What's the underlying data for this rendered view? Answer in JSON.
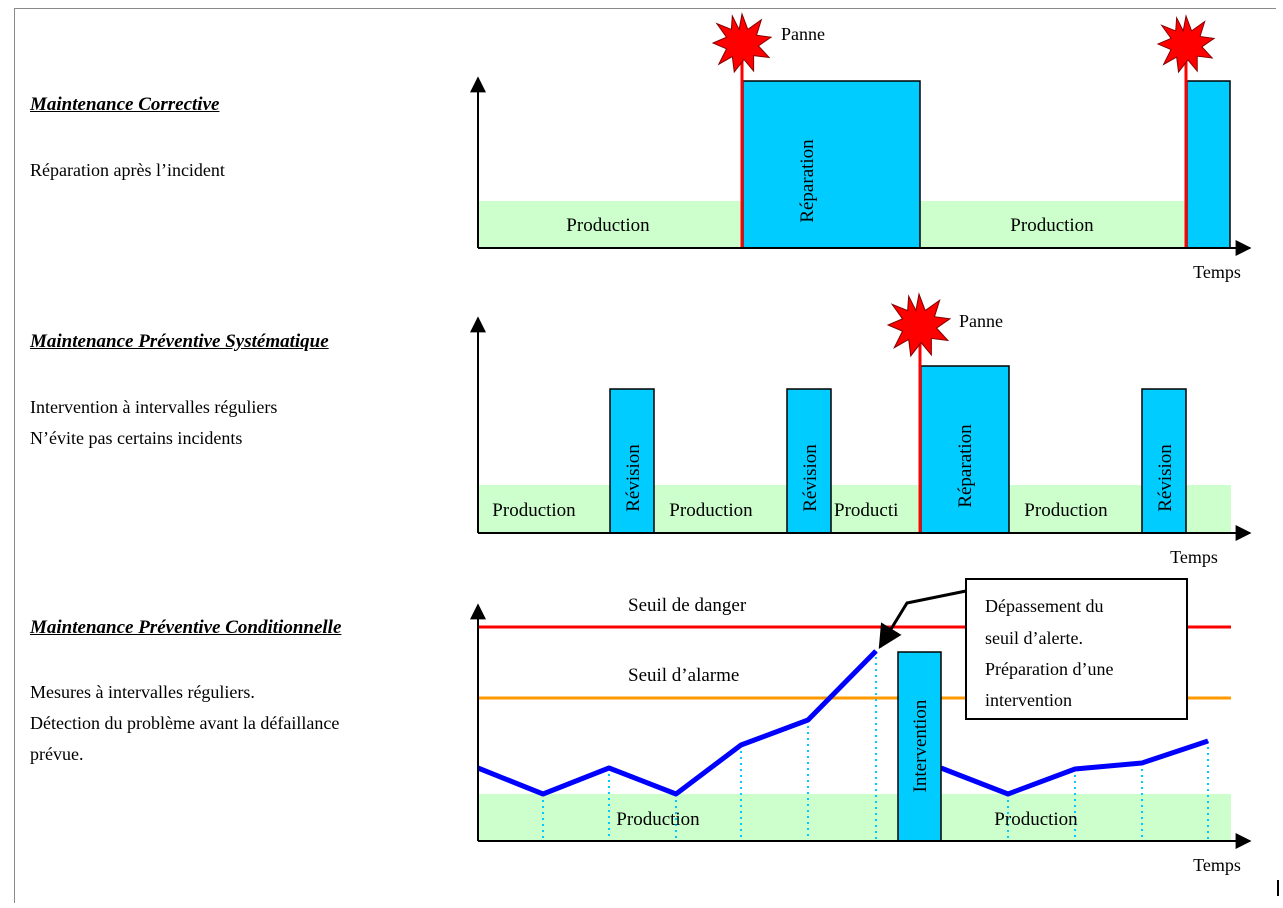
{
  "sections": [
    {
      "title": "Maintenance Corrective",
      "lines": [
        "Réparation après l’incident"
      ]
    },
    {
      "title": "Maintenance Préventive Systématique",
      "lines": [
        "Intervention à intervalles réguliers",
        "N’évite pas certains incidents"
      ]
    },
    {
      "title": "Maintenance Préventive Conditionnelle",
      "lines": [
        "Mesures à intervalles réguliers.",
        "Détection du problème avant la défaillance",
        "prévue."
      ]
    }
  ],
  "diagram1": {
    "production_1": "Production",
    "reparation": "Réparation",
    "production_2": "Production",
    "panne": "Panne",
    "axis": "Temps"
  },
  "diagram2": {
    "production_1": "Production",
    "revision_1": "Révision",
    "production_2": "Production",
    "revision_2": "Révision",
    "production_3": "Producti",
    "reparation": "Réparation",
    "production_4": "Production",
    "revision_3": "Révision",
    "panne": "Panne",
    "axis": "Temps"
  },
  "diagram3": {
    "seuil_danger": "Seuil de danger",
    "seuil_alarme": "Seuil d’alarme",
    "production_1": "Production",
    "intervention": "Intervention",
    "production_2": "Production",
    "callout_lines": [
      "Dépassement du",
      "seuil d’alerte.",
      "Préparation d’une",
      "intervention"
    ],
    "axis": "Temps"
  },
  "colors": {
    "production": "#ccffcc",
    "block": "#00ccff",
    "failure": "#ff0000",
    "danger": "#ff0000",
    "alarm": "#ff9900",
    "measure": "#0000ff",
    "dotted": "#00ccff"
  }
}
